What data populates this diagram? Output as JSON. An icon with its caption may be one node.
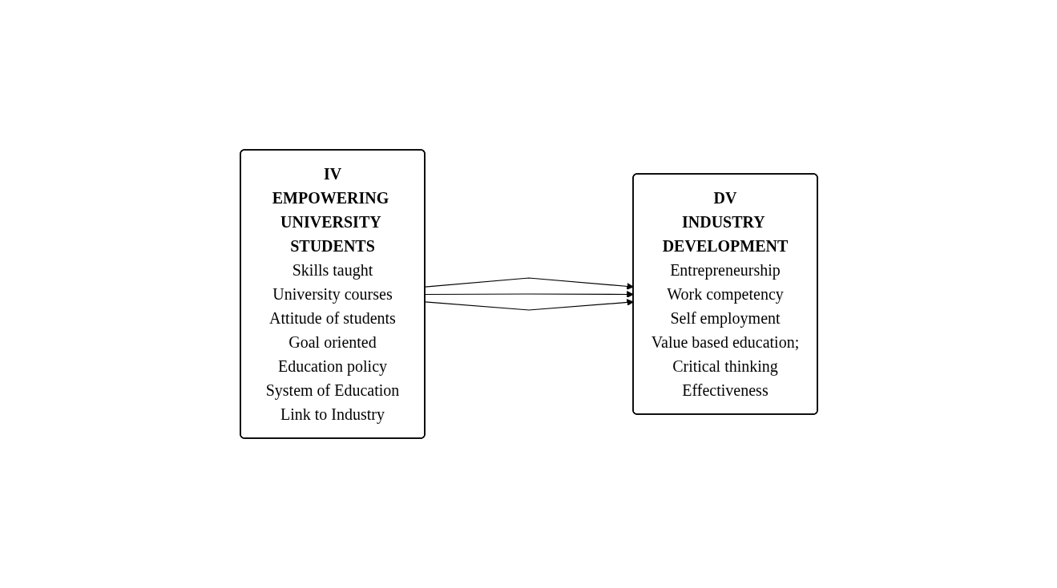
{
  "diagram": {
    "nodes": [
      {
        "text": [
          "IV",
          "EMPOWERING UNIVERSITY STUDENTS",
          "Skills taught",
          "University courses",
          "Attitude of students",
          "Goal oriented",
          "Education policy",
          "System of Education",
          "Link to Industry"
        ]
      },
      {
        "text": [
          "DV",
          "INDUSTRY DEVELOPMENT",
          "Entrepreneurship",
          "Work competency",
          "Self employment",
          "Value based education;",
          "Critical thinking",
          "Effectiveness"
        ]
      }
    ],
    "edges": [
      {
        "from": 0,
        "to": 1,
        "arrow": "to"
      },
      {
        "from": 0,
        "to": 1,
        "arrow": "to"
      },
      {
        "from": 0,
        "to": 1,
        "arrow": "to"
      }
    ]
  }
}
